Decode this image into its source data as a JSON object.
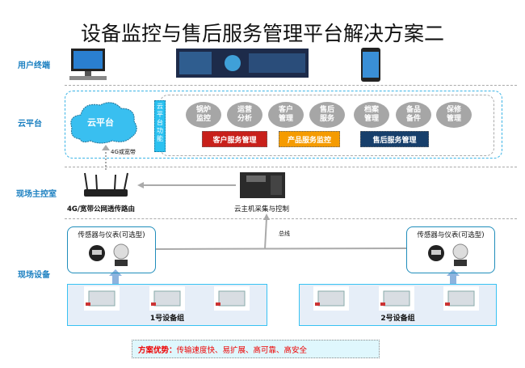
{
  "title": "设备监控与售后服务管理平台解决方案二",
  "rows": {
    "terminal": "用户终端",
    "cloud": "云平台",
    "control_room": "现场主控室",
    "field": "现场设备"
  },
  "cloud": {
    "label": "云平台",
    "link_label": "4G或宽带",
    "functions_label": "云平台功能",
    "modules": [
      "锅炉监控",
      "运营分析",
      "客户管理",
      "售后服务",
      "档案管理",
      "备品备件",
      "保修管理"
    ],
    "services": [
      {
        "label": "客户服务管理",
        "color": "#c8201a"
      },
      {
        "label": "产品服务监控",
        "color": "#f59b00"
      },
      {
        "label": "售后服务管理",
        "color": "#173f6b"
      }
    ]
  },
  "control_room": {
    "router_label": "4G/宽带公网透传路由",
    "host_label": "云主机采集与控制"
  },
  "bus_label": "总线",
  "sensors": {
    "left": "传感器与仪表(可选型)",
    "right": "传感器与仪表(可选型)"
  },
  "groups": [
    "1号设备组",
    "2号设备组"
  ],
  "advantage": {
    "head": "方案优势：",
    "body": "传输速度快、易扩展、高可靠、高安全"
  }
}
